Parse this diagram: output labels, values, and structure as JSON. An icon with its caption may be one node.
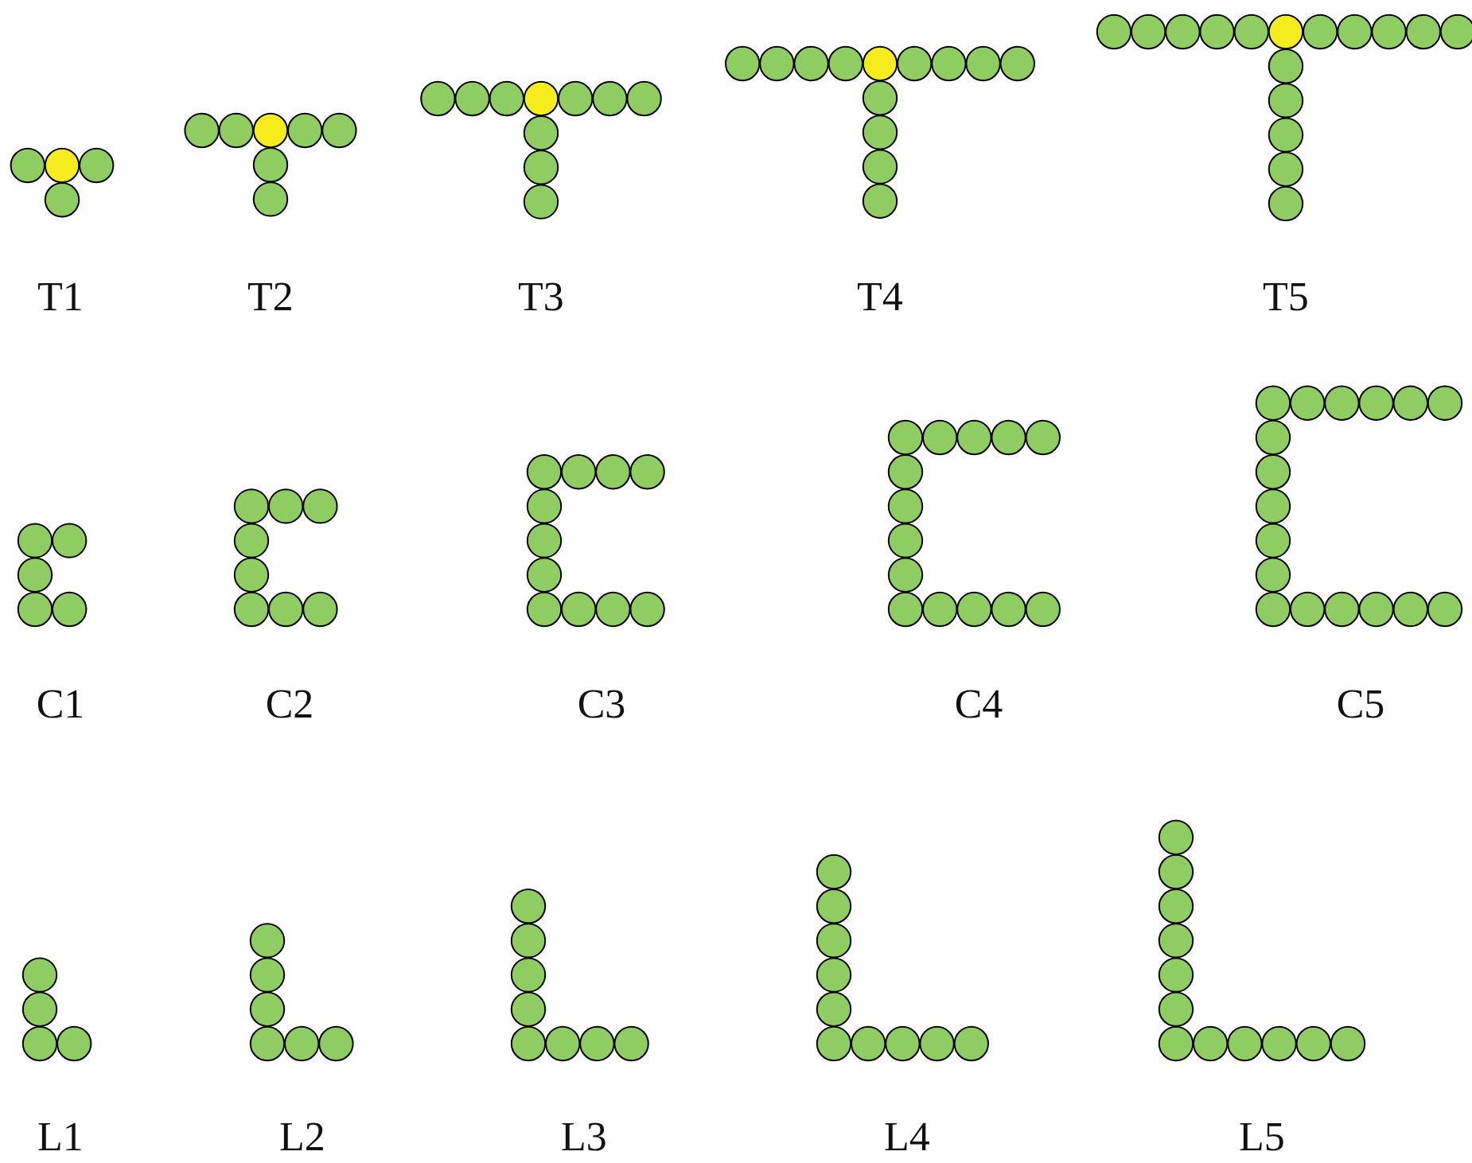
{
  "diagram": {
    "labels": [
      "T1",
      "T2",
      "T3",
      "T4",
      "T5",
      "C1",
      "C2",
      "C3",
      "C4",
      "C5",
      "L1",
      "L2",
      "L3",
      "L4",
      "L5"
    ]
  }
}
